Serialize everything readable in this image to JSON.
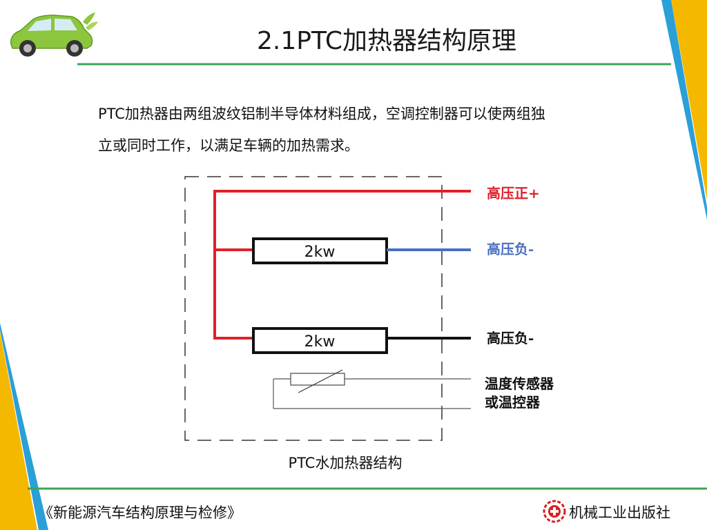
{
  "slide": {
    "title": "2.1PTC加热器结构原理",
    "intro_lines": [
      "PTC加热器由两组波纹铝制半导体材料组成，空调控制器可以使两组独",
      "立或同时工作，以满足车辆的加热需求。"
    ]
  },
  "diagram": {
    "heater_1_label": "2kw",
    "heater_2_label": "2kw",
    "terminal_positive": "高压正+",
    "terminal_negative_1": "高压负-",
    "terminal_negative_2": "高压负-",
    "sensor_line1": "温度传感器",
    "sensor_line2": "或温控器",
    "caption": "PTC水加热器结构"
  },
  "footer": {
    "book_title": "《新能源汽车结构原理与检修》",
    "publisher": "机械工业出版社"
  },
  "colors": {
    "red_wire": "#e0202a",
    "blue_wire": "#4a6fc0",
    "accent_green": "#3aa556",
    "accent_yellow": "#f5b800",
    "accent_blue": "#2a9fd8",
    "car_green": "#8cc63e"
  },
  "icons": [
    "car-icon",
    "publisher-logo-icon"
  ]
}
